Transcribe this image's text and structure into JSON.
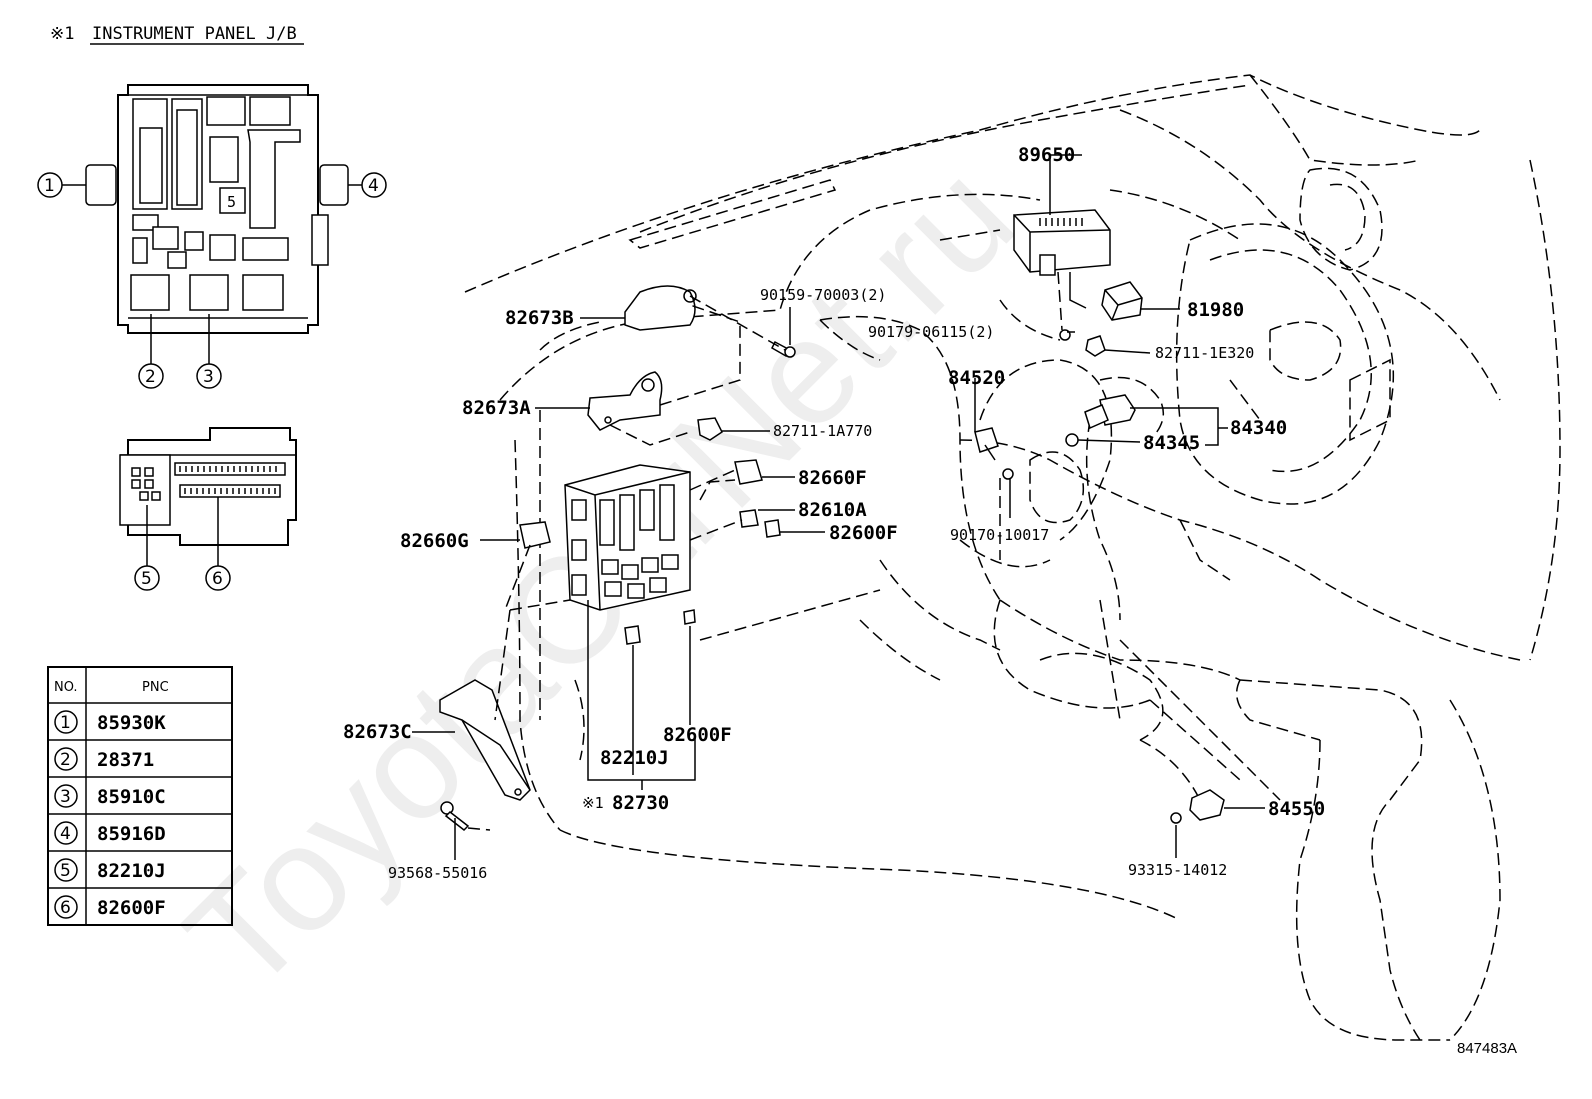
{
  "title": {
    "mark": "※1",
    "text": "INSTRUMENT PANEL J/B"
  },
  "diagram_id": "847483A",
  "watermark": "ToyotaCarNet.ru",
  "jb_callouts": [
    "1",
    "2",
    "3",
    "4",
    "5",
    "6"
  ],
  "table": {
    "headers": [
      "NO.",
      "PNC"
    ],
    "rows": [
      {
        "no": "1",
        "pnc": "85930K"
      },
      {
        "no": "2",
        "pnc": "28371"
      },
      {
        "no": "3",
        "pnc": "85910C"
      },
      {
        "no": "4",
        "pnc": "85916D"
      },
      {
        "no": "5",
        "pnc": "82210J"
      },
      {
        "no": "6",
        "pnc": "82600F"
      }
    ]
  },
  "labels": {
    "p89650": "89650",
    "p90159": "90159-70003(2)",
    "p82673B": "82673B",
    "p90179": "90179-06115(2)",
    "p81980": "81980",
    "p82711_1E320": "82711-1E320",
    "p84520": "84520",
    "p82673A": "82673A",
    "p82711_1A770": "82711-1A770",
    "p84340": "84340",
    "p84345": "84345",
    "p82660F": "82660F",
    "p82610A": "82610A",
    "p82600F_top": "82600F",
    "p90170": "90170-10017",
    "p82660G": "82660G",
    "p82673C": "82673C",
    "p82600F_bottom": "82600F",
    "p82210J": "82210J",
    "p82730_mark": "※1",
    "p82730": "82730",
    "p84550": "84550",
    "p93568": "93568-55016",
    "p93315": "93315-14012"
  },
  "colors": {
    "line": "#000000",
    "background": "#ffffff",
    "watermark": "#eeeeee"
  }
}
